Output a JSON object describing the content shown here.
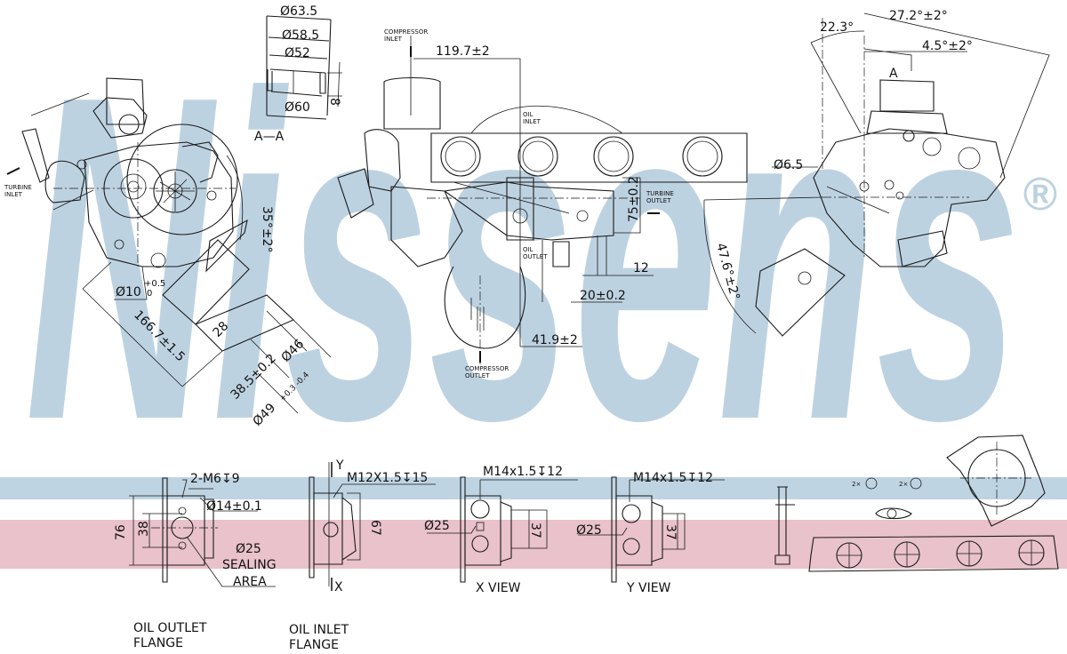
{
  "watermark": {
    "brand": "Nissens",
    "registered": "®",
    "color": "#bdd2e1"
  },
  "bands": {
    "blue": "#bfd4e2",
    "pink": "#e9c2cb"
  },
  "section_top": {
    "d63_5": "Ø63.5",
    "d58_5": "Ø58.5",
    "d52": "Ø52",
    "d60": "Ø60",
    "dim8": "8",
    "section_label": "A—A"
  },
  "left_view": {
    "turbine_inlet": [
      "TURBINE",
      "INLET"
    ],
    "angle35": "35°±2°",
    "d10": "Ø10",
    "d10_tol_plus": "+0.5",
    "d10_tol_minus": "0",
    "len166": "166.7±1.5",
    "dim28": "28",
    "dim38_5": "38.5±0.2",
    "d46": "Ø46",
    "d49": "Ø49",
    "d49_tol": "+0.3 -0.4"
  },
  "middle_view": {
    "compressor_inlet": [
      "COMPRESSOR",
      "INLET"
    ],
    "dim119_7": "119.7±2",
    "oil_inlet": [
      "OIL",
      "INLET"
    ],
    "oil_outlet": [
      "OIL",
      "OUTLET"
    ],
    "turbine_outlet": [
      "TURBINE",
      "OUTLET"
    ],
    "dim75": "75±0.2",
    "dim12": "12",
    "dim20": "20±0.2",
    "dim41_9": "41.9±2",
    "compressor_outlet": [
      "COMPRESSOR",
      "OUTLET"
    ]
  },
  "right_view": {
    "angle22_3": "22.3°",
    "angle27_2": "27.2°±2°",
    "angle4_5": "4.5°±2°",
    "section_a": "A",
    "d6_5": "Ø6.5",
    "angle47_6": "47.6°±2°"
  },
  "flanges": {
    "oil_outlet": {
      "thread": "2-M6↧9",
      "d14": "Ø14±0.1",
      "dim76": "76",
      "dim38": "38",
      "d25": "Ø25",
      "sealing": "SEALING",
      "area": "AREA",
      "caption": [
        "OIL OUTLET",
        "FLANGE"
      ]
    },
    "oil_inlet": {
      "y": "Y",
      "thread": "M12X1.5↧15",
      "dim67": "67",
      "x": "X",
      "caption": [
        "OIL INLET",
        "FLANGE"
      ]
    },
    "x_view": {
      "thread": "M14x1.5↧12",
      "d25": "Ø25",
      "dim37": "37",
      "caption": "X VIEW"
    },
    "y_view": {
      "thread": "M14x1.5↧12",
      "d25": "Ø25",
      "dim37": "37",
      "caption": "Y VIEW"
    }
  },
  "gaskets": {
    "qty1": "2×",
    "qty2": "2×"
  }
}
